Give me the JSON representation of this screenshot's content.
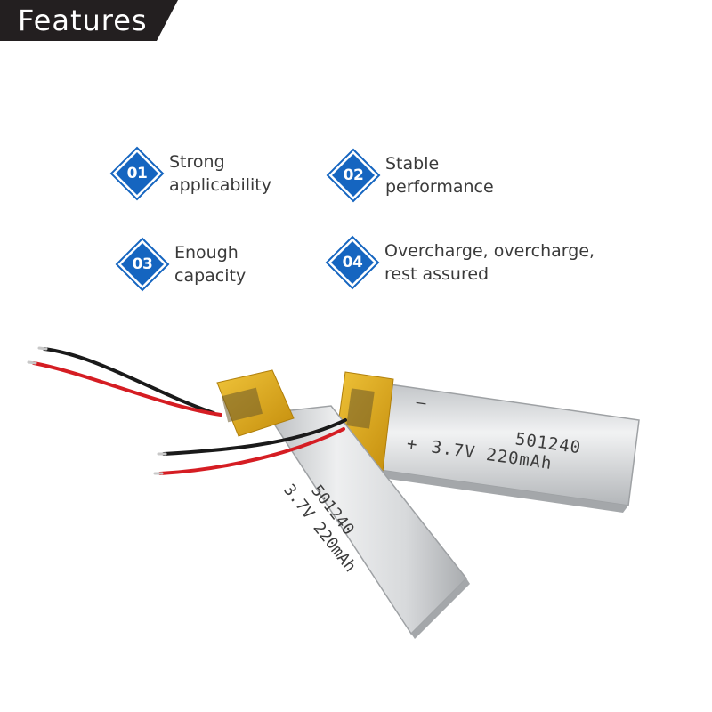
{
  "header": {
    "title": "Features"
  },
  "features": [
    {
      "number": "01",
      "line1": "Strong",
      "line2": "applicability"
    },
    {
      "number": "02",
      "line1": "Stable",
      "line2": "performance"
    },
    {
      "number": "03",
      "line1": "Enough",
      "line2": "capacity"
    },
    {
      "number": "04",
      "line1": "Overcharge, overcharge,",
      "line2": "rest assured"
    }
  ],
  "product": {
    "label_polarity_neg": "—",
    "label_model": "501240",
    "label_polarity_pos": "+",
    "label_spec": "3.7V 220mAh",
    "colors": {
      "badge": "#1565c0",
      "tab": "#d9a514",
      "cell": "#d8dadb",
      "wire_red": "#d51d23",
      "wire_black": "#1a1a1a"
    }
  }
}
